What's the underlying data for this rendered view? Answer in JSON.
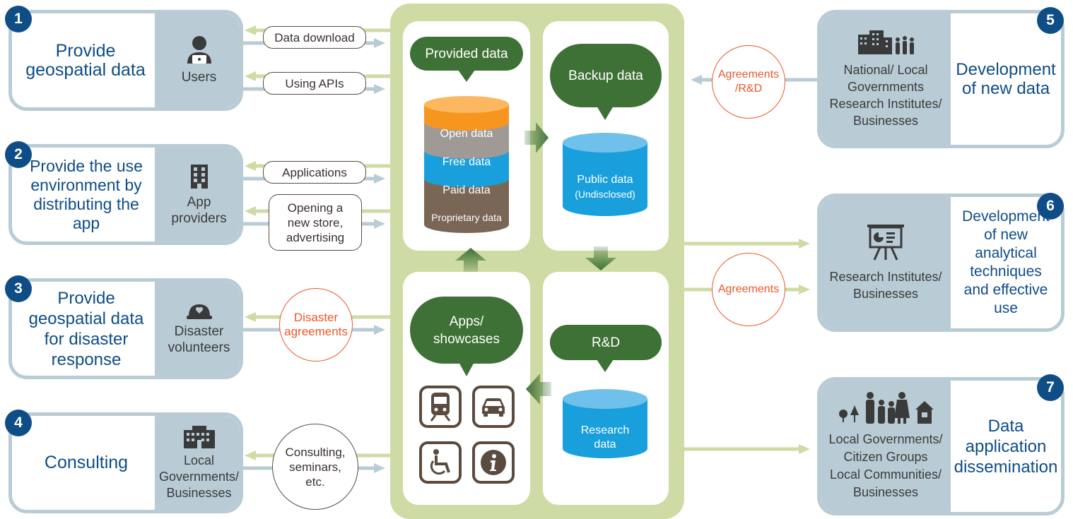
{
  "services": [
    {
      "number": "1",
      "title": "Provide geospatial data",
      "actor": "Users",
      "icon": "user-laptop-icon"
    },
    {
      "number": "2",
      "title": "Provide the use environment by distributing the app",
      "actor": "App providers",
      "icon": "office-building-icon"
    },
    {
      "number": "3",
      "title": "Provide geospatial data for disaster response",
      "actor": "Disaster volunteers",
      "icon": "helmet-icon"
    },
    {
      "number": "4",
      "title": "Consulting",
      "actor": "Local Governments/ Businesses",
      "icon": "government-building-icon"
    }
  ],
  "outcomes": [
    {
      "number": "5",
      "title": "Development of new data",
      "actor": "National/ Local Governments Research Institutes/ Businesses",
      "icon": "buildings-people-icon"
    },
    {
      "number": "6",
      "title": "Development of new analytical techniques and effective use",
      "actor": "Research Institutes/ Businesses",
      "icon": "presentation-board-icon"
    },
    {
      "number": "7",
      "title": "Data application dissemination",
      "actor": "Local Governments/ Citizen Groups Local Communities/ Businesses",
      "icon": "family-community-icon"
    }
  ],
  "exchanges": {
    "data_download": "Data download",
    "using_apis": "Using APIs",
    "applications": "Applications",
    "opening_store": "Opening a new store, advertising",
    "disaster_agreements": "Disaster agreements",
    "consulting": "Consulting, seminars, etc.",
    "agreements_rd": "Agreements /R&D",
    "agreements": "Agreements"
  },
  "hub": {
    "provided": {
      "title": "Provided data",
      "layers": [
        {
          "label": "Open data",
          "color": "#f7961f"
        },
        {
          "label": "Free data",
          "color": "#a09a97"
        },
        {
          "label": "Paid data",
          "color": "#19a0dc"
        },
        {
          "label": "Proprietary data",
          "color": "#7a6654"
        }
      ]
    },
    "backup": {
      "title": "Backup data",
      "cylinder_line1": "Public data",
      "cylinder_line2": "(Undisclosed)",
      "color": "#19a0dc"
    },
    "apps": {
      "title": "Apps/ showcases",
      "icons": [
        "train-icon",
        "car-icon",
        "wheelchair-icon",
        "info-icon"
      ]
    },
    "rd": {
      "title": "R&D",
      "cylinder_label": "Research data",
      "color": "#19a0dc"
    }
  },
  "colors": {
    "navy": "#0e4d86",
    "card_border": "#b9ccd6",
    "hub_green": "#cfdba4",
    "bubble_green": "#3e7135",
    "agreement_red": "#e8582b"
  }
}
